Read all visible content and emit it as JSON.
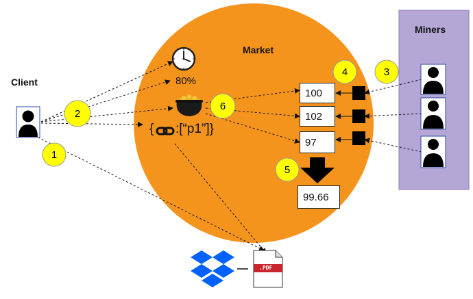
{
  "labels": {
    "client": "Client",
    "market": "Market",
    "miners": "Miners",
    "percent": "80%",
    "link_prefix": "{",
    "link_suffix": ":[“p1”]}",
    "pdf": ".PDF"
  },
  "bids": [
    "100",
    "102",
    "97"
  ],
  "result": "99.66",
  "steps": [
    "1",
    "2",
    "3",
    "4",
    "5",
    "6"
  ],
  "colors": {
    "market": "#f5941d",
    "miners_panel": "#b4a7d6",
    "step_circle": "#ffff00",
    "dropbox": "#0061fe",
    "pdf_band": "#c9252c"
  },
  "icons": [
    "clock-icon",
    "pot-of-gold-icon",
    "link-icon",
    "dropbox-icon",
    "pdf-file-icon",
    "person-icon"
  ]
}
